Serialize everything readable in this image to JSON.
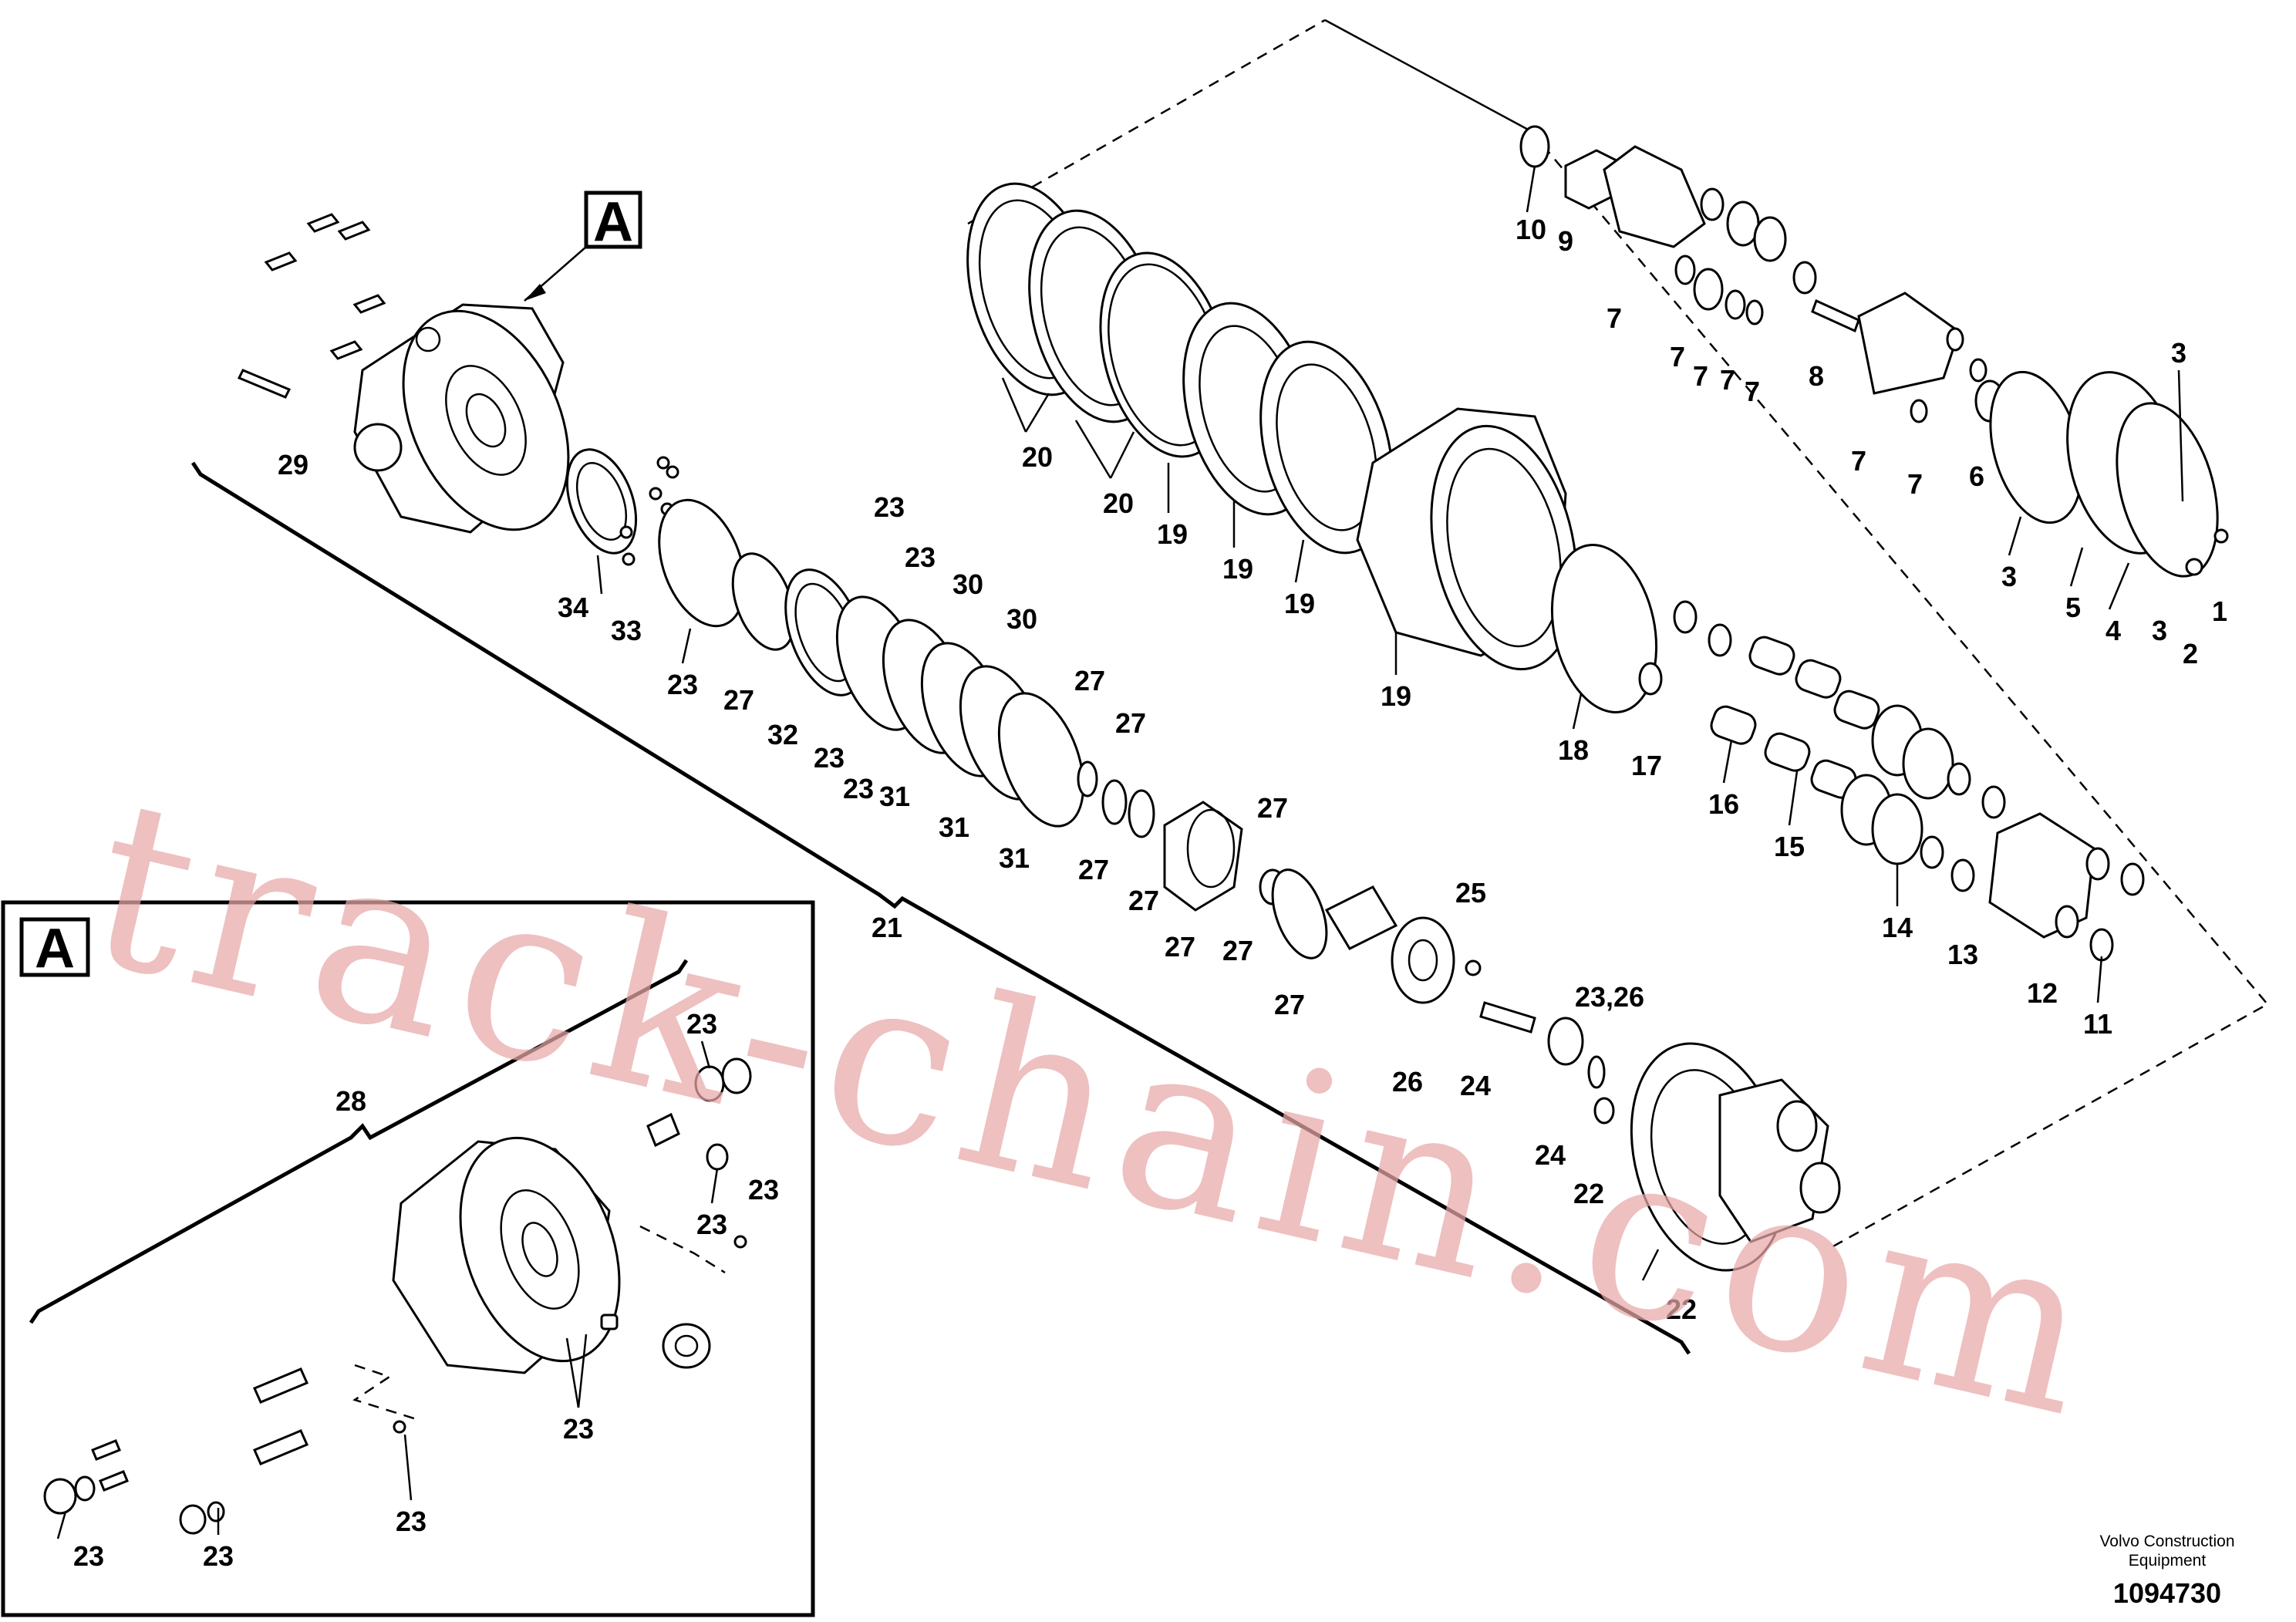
{
  "section_label": "A",
  "inset_label": "A",
  "callouts": {
    "c1": "1",
    "c2": "2",
    "c3a": "3",
    "c3b": "3",
    "c3c": "3",
    "c4": "4",
    "c5": "5",
    "c6": "6",
    "c7a": "7",
    "c7b": "7",
    "c7c": "7",
    "c7d": "7",
    "c7e": "7",
    "c7f": "7",
    "c7g": "7",
    "c8": "8",
    "c9": "9",
    "c10": "10",
    "c11": "11",
    "c12": "12",
    "c13": "13",
    "c14": "14",
    "c15": "15",
    "c16": "16",
    "c17": "17",
    "c18": "18",
    "c19a": "19",
    "c19b": "19",
    "c19c": "19",
    "c19d": "19",
    "c20a": "20",
    "c20b": "20",
    "c21": "21",
    "c22a": "22",
    "c22b": "22",
    "c23a": "23",
    "c23b": "23",
    "c23c": "23",
    "c23d": "23",
    "c23e": "23",
    "c23f": "23",
    "c23g": "23",
    "c23h": "23",
    "c23i": "23",
    "c23j": "23",
    "c23k": "23",
    "c23l": "23",
    "c2326": "23,26",
    "c24a": "24",
    "c24b": "24",
    "c25": "25",
    "c26": "26",
    "c27a": "27",
    "c27b": "27",
    "c27c": "27",
    "c27d": "27",
    "c27e": "27",
    "c27f": "27",
    "c27g": "27",
    "c27h": "27",
    "c27i": "27",
    "c28": "28",
    "c29": "29",
    "c30a": "30",
    "c30b": "30",
    "c31a": "31",
    "c31b": "31",
    "c31c": "31",
    "c32": "32",
    "c33": "33",
    "c34": "34"
  },
  "footer": {
    "company_line1": "Volvo Construction",
    "company_line2": "Equipment",
    "document_number": "1094730"
  },
  "watermark": "track-chain.com"
}
